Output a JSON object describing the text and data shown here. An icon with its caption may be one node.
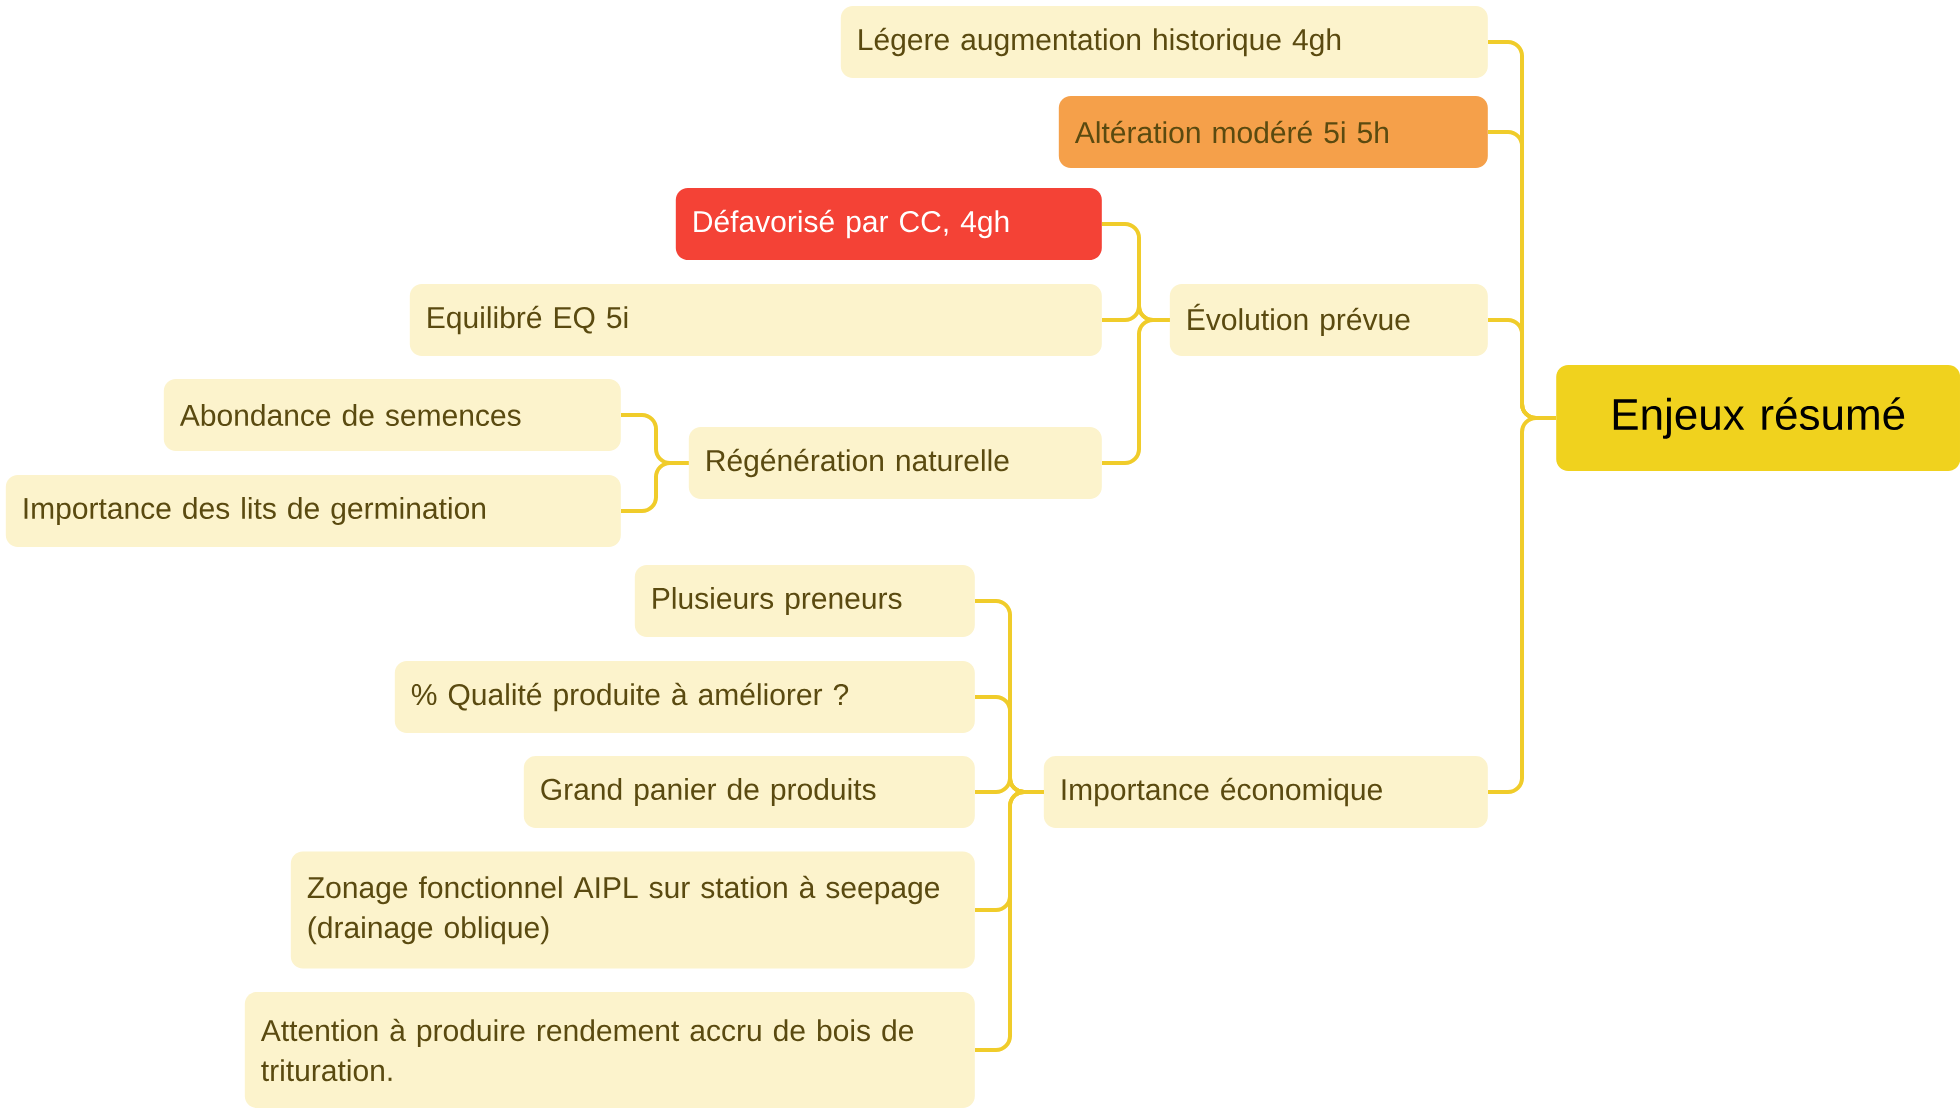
{
  "diagram": {
    "nodes": [
      {
        "text": [
          "Enjeux résumé"
        ]
      },
      {
        "text": [
          "Légere augmentation historique 4gh"
        ]
      },
      {
        "text": [
          "Altération modéré 5i 5h"
        ]
      },
      {
        "text": [
          "Évolution prévue"
        ]
      },
      {
        "text": [
          "Défavorisé par CC, 4gh"
        ]
      },
      {
        "text": [
          "Equilibré EQ 5i"
        ]
      },
      {
        "text": [
          "Régénération naturelle"
        ]
      },
      {
        "text": [
          "Abondance de semences"
        ]
      },
      {
        "text": [
          "Importance des lits de germination"
        ]
      },
      {
        "text": [
          "Importance économique"
        ]
      },
      {
        "text": [
          "Plusieurs preneurs"
        ]
      },
      {
        "text": [
          "% Qualité produite à améliorer ?"
        ]
      },
      {
        "text": [
          "Grand panier de produits"
        ]
      },
      {
        "text": [
          "Zonage fonctionnel AIPL sur station à seepage (drainage oblique)"
        ]
      },
      {
        "text": [
          "Attention à produire rendement accru de bois de trituration."
        ]
      }
    ],
    "edges": [
      {
        "from": 0,
        "to": 1,
        "arrow": "none"
      },
      {
        "from": 0,
        "to": 2,
        "arrow": "none"
      },
      {
        "from": 0,
        "to": 3,
        "arrow": "none"
      },
      {
        "from": 0,
        "to": 9,
        "arrow": "none"
      },
      {
        "from": 3,
        "to": 4,
        "arrow": "none"
      },
      {
        "from": 3,
        "to": 5,
        "arrow": "none"
      },
      {
        "from": 3,
        "to": 6,
        "arrow": "none"
      },
      {
        "from": 6,
        "to": 7,
        "arrow": "none"
      },
      {
        "from": 6,
        "to": 8,
        "arrow": "none"
      },
      {
        "from": 9,
        "to": 10,
        "arrow": "none"
      },
      {
        "from": 9,
        "to": 11,
        "arrow": "none"
      },
      {
        "from": 9,
        "to": 12,
        "arrow": "none"
      },
      {
        "from": 9,
        "to": 13,
        "arrow": "none"
      },
      {
        "from": 9,
        "to": 14,
        "arrow": "none"
      }
    ]
  }
}
